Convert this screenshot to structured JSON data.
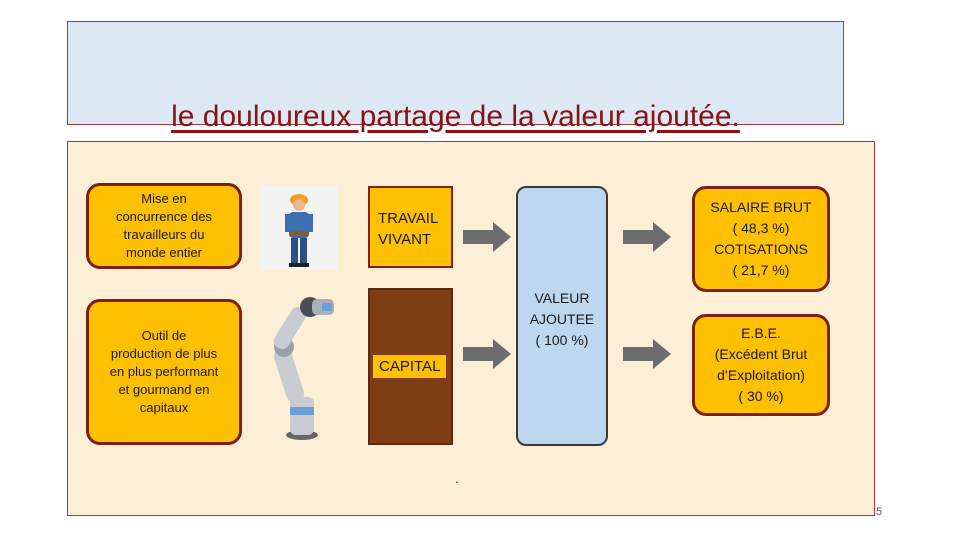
{
  "title": "le douloureux partage de la valeur ajoutée.",
  "left_boxes": [
    {
      "text": "Mise en\nconcurrence des\ntravailleurs du\nmonde entier"
    },
    {
      "text": "Outil de\nproduction de plus\nen plus performant\net gourmand en\ncapitaux"
    }
  ],
  "inputs": {
    "travail": "TRAVAIL\nVIVANT",
    "capital": "CAPITAL"
  },
  "valeur_ajoutee": "VALEUR\nAJOUTEE\n( 100 %)",
  "outputs": {
    "salaire": "SALAIRE BRUT\n( 48,3 %)\nCOTISATIONS\n( 21,7 %)",
    "ebe": "E.B.E.\n(Excédent Brut\nd’Exploitation)\n( 30 %)"
  },
  "dot": ".",
  "page_number": "5",
  "colors": {
    "yellow": "#ffc000",
    "brown": "#7f3d16",
    "blue": "#bcd7ee",
    "title": "#8b1212",
    "arrow": "#6d6d6d"
  },
  "icons": [
    "worker-image",
    "robot-arm-image"
  ]
}
